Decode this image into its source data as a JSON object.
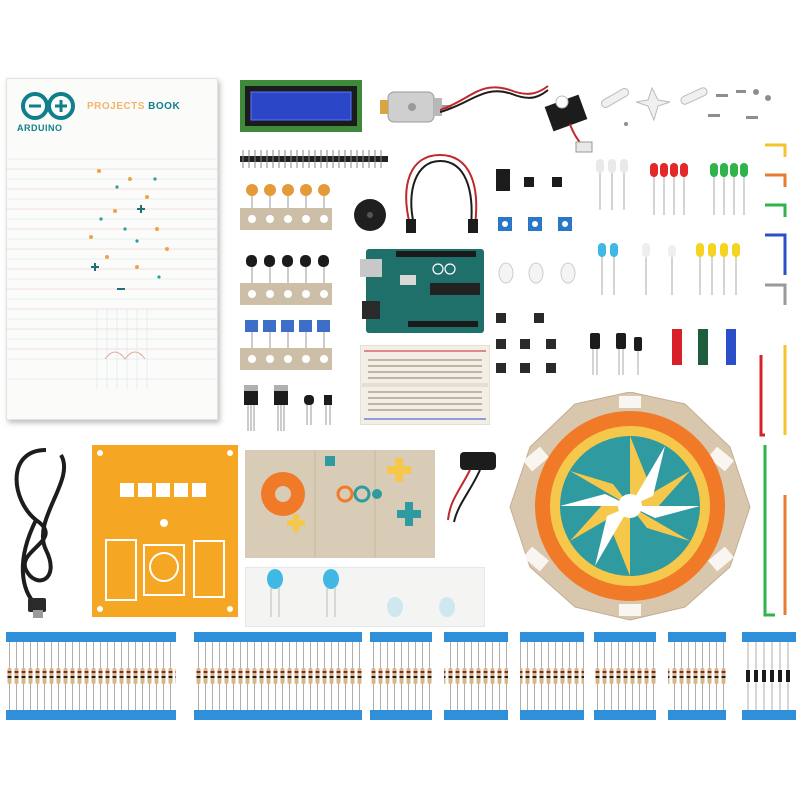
{
  "book": {
    "brand": "ARDUINO",
    "title_part1": "PROJECTS",
    "title_part2": " BOOK"
  },
  "colors": {
    "arduino_teal": "#0f7f8c",
    "board_teal": "#1f6f6a",
    "resistor_tape": "#2f8fd8",
    "cardboard": "#cdbfa7",
    "orange_panel": "#f5a623",
    "kit_orange": "#f07a28",
    "kit_yellow": "#f5c84c",
    "kit_teal": "#2f9aa0"
  },
  "icons": [
    "arduino-infinity-logo"
  ]
}
